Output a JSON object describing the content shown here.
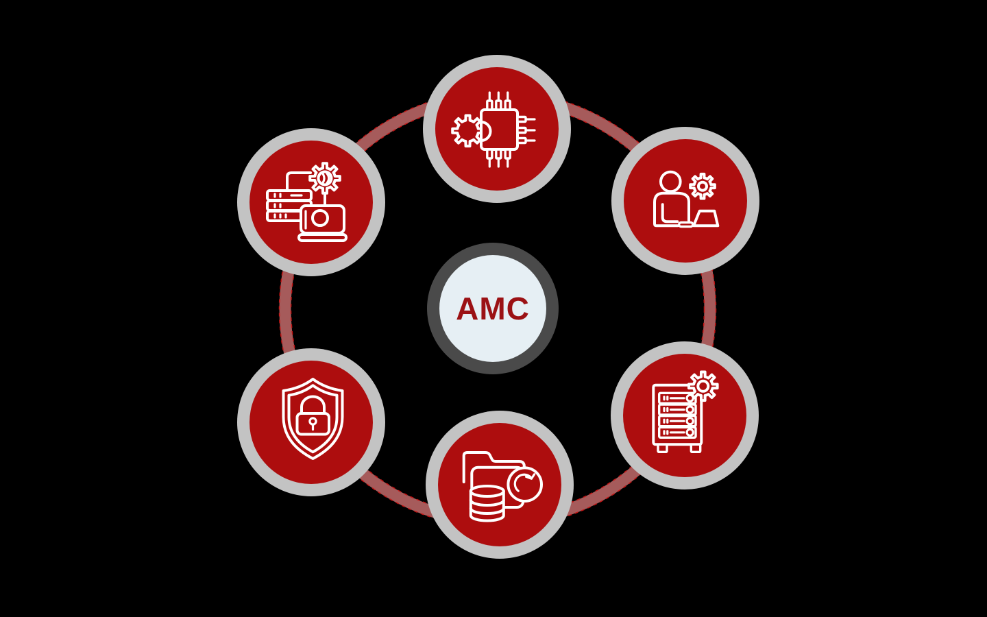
{
  "diagram": {
    "type": "circular-hub-diagram",
    "center": {
      "label": "AMC"
    },
    "nodes": [
      {
        "position": "top",
        "icon": "cpu-chip-gear-icon"
      },
      {
        "position": "top-right",
        "icon": "technician-laptop-gear-icon"
      },
      {
        "position": "right",
        "icon": "server-rack-gear-icon"
      },
      {
        "position": "bottom",
        "icon": "folder-database-sync-icon"
      },
      {
        "position": "left",
        "icon": "shield-lock-icon"
      },
      {
        "position": "top-left",
        "icon": "server-storage-gear-icon"
      }
    ],
    "colors": {
      "background": "#000000",
      "node_fill": "#ad0d0e",
      "node_ring": "#c3c3c3",
      "center_ring": "#4a4a4a",
      "center_fill": "#e6eff4",
      "center_label_color": "#9b1114",
      "connector": "#a65b5b",
      "connector_dash": "#c51414",
      "icon_stroke": "#ffffff"
    }
  }
}
